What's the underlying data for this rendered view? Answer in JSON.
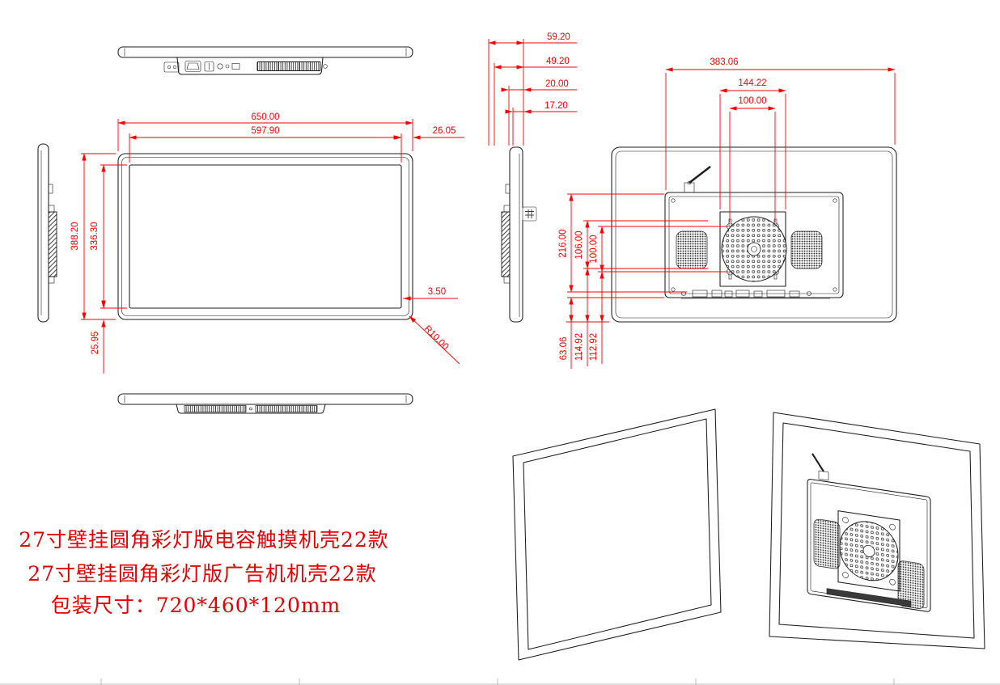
{
  "sheet": {
    "background": "#ffffff",
    "colors": {
      "dimension_red": "#ff0000",
      "note_red": "#e60000",
      "line_black": "#1c1c1c"
    }
  },
  "annotations": {
    "product_line1": "27寸壁挂圆角彩灯版电容触摸机壳22款",
    "product_line2": "27寸壁挂圆角彩灯版广告机机壳22款",
    "package_size": "包装尺寸：720*460*120mm"
  },
  "dimensions": {
    "front_view": {
      "overall_width": "650.00",
      "screen_width": "597.90",
      "side_bezel": "26.05",
      "overall_height": "388.20",
      "screen_height": "336.30",
      "bottom_bezel": "25.95",
      "glass_gap": "3.50",
      "corner_radius": "R10.00"
    },
    "side_view": {
      "depth_total": "59.20",
      "depth_body": "49.20",
      "depth_step": "20.00",
      "depth_front": "17.20"
    },
    "rear_view": {
      "cutout_width": "383.06",
      "mount_width": "144.22",
      "vesa_width": "100.00",
      "cutout_height": "216.00",
      "mount_height": "106.00",
      "vesa_height": "100.00",
      "bottom_offset_a": "63.06",
      "bottom_offset_b": "114.92",
      "bottom_offset_c": "112.92"
    }
  }
}
